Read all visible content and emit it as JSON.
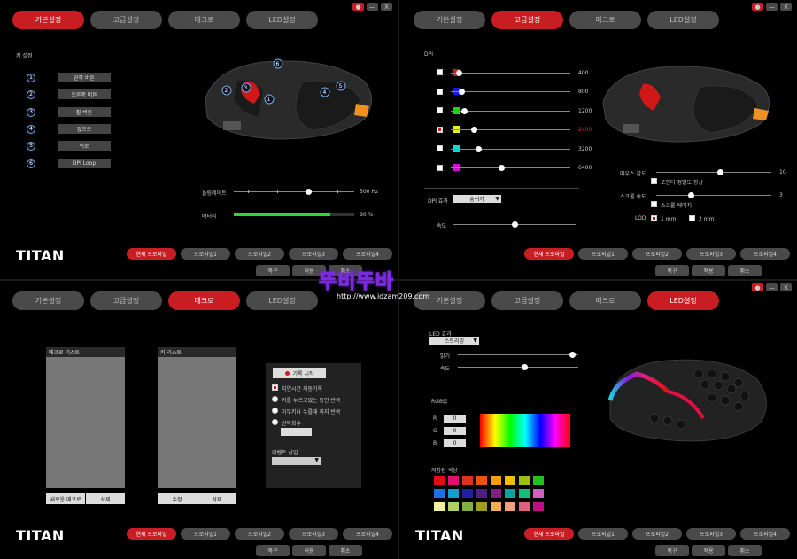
{
  "tabs": [
    "기본설정",
    "고급설정",
    "매크로",
    "LED설정"
  ],
  "profiles": [
    "현재 프로파일",
    "프로파일1",
    "프로파일2",
    "프로파일3",
    "프로파일4"
  ],
  "actions": [
    "복구",
    "적용",
    "취소"
  ],
  "logo": "TITAN",
  "window_buttons": [
    "●",
    "—",
    "X"
  ],
  "watermark": {
    "main": "뚜비뚜바",
    "url": "http://www.idzam209.com"
  },
  "q1": {
    "section_label": "키 설정",
    "keys": [
      {
        "num": "1",
        "label": "왼쪽 버튼"
      },
      {
        "num": "2",
        "label": "오른쪽 버튼"
      },
      {
        "num": "3",
        "label": "휠 버튼"
      },
      {
        "num": "4",
        "label": "앞으로"
      },
      {
        "num": "5",
        "label": "뒤로"
      },
      {
        "num": "6",
        "label": "DPI Loop"
      }
    ],
    "polling_label": "폴링레이트",
    "polling_value": "500 Hz",
    "polling_level": 0.62,
    "battery_label": "배터리",
    "battery_value": "80 %",
    "battery_level": 0.8
  },
  "q2": {
    "dpi_label": "DPI",
    "dpi_levels": [
      {
        "color": "#e01010",
        "value": "400",
        "pos": 0.07,
        "highlight": false,
        "checked": false
      },
      {
        "color": "#1020e0",
        "value": "800",
        "pos": 0.09,
        "highlight": false,
        "checked": false
      },
      {
        "color": "#20d020",
        "value": "1200",
        "pos": 0.11,
        "highlight": false,
        "checked": false
      },
      {
        "color": "#f0f010",
        "value": "2400",
        "pos": 0.19,
        "highlight": true,
        "checked": true
      },
      {
        "color": "#10d8d8",
        "value": "3200",
        "pos": 0.23,
        "highlight": false,
        "checked": false
      },
      {
        "color": "#d010d0",
        "value": "6400",
        "pos": 0.42,
        "highlight": false,
        "checked": false
      }
    ],
    "dpi_effect_label": "DPI 효과",
    "dpi_effect_value": "숨쉬기",
    "speed_label": "속도",
    "speed_level": 0.5,
    "mouse_sens_label": "마우스 감도",
    "mouse_sens_value": "10",
    "mouse_sens_level": 0.55,
    "pointer_accel_label": "포인터 정밀도 향상",
    "scroll_speed_label": "스크롤 속도",
    "scroll_speed_value": "3",
    "scroll_speed_level": 0.3,
    "scroll_page_label": "스크롤 페이지",
    "lod_label": "LOD",
    "lod_options": [
      "1 mm",
      "2 mm"
    ]
  },
  "q3": {
    "macro_list_label": "매크로 리스트",
    "key_list_label": "키 리스트",
    "new_macro_label": "새로운 매크로",
    "delete_label": "삭제",
    "edit_label": "수정",
    "delete2_label": "삭제",
    "record_label": "기록 시작",
    "options": [
      "지연시간 자동기록",
      "키를 누르고있는 동안 반복",
      "아무키나 누를때 까지 반복",
      "반복회수"
    ],
    "event_label": "이벤트 삽입"
  },
  "q4": {
    "led_effect_label": "LED 효과",
    "led_effect_value": "스트리밍",
    "brightness_label": "밝기",
    "brightness_level": 0.95,
    "speed_label": "속도",
    "speed_level": 0.55,
    "rgb_label": "RGB값",
    "r_label": "R",
    "g_label": "G",
    "b_label": "B",
    "r_value": "0",
    "g_value": "0",
    "b_value": "0",
    "preset_label": "저장된 색상",
    "preset_colors": [
      "#e01010",
      "#e01070",
      "#e03020",
      "#f05010",
      "#f0a010",
      "#f0c010",
      "#a0c010",
      "#20c020",
      "#2070e0",
      "#10a0d0",
      "#2020a0",
      "#502080",
      "#802080",
      "#10a0a0",
      "#10c080",
      "#d060c0",
      "#f0f0a0",
      "#b0d060",
      "#80b040",
      "#a0a010",
      "#f0b050",
      "#f0a080",
      "#e06080",
      "#c01080"
    ]
  }
}
